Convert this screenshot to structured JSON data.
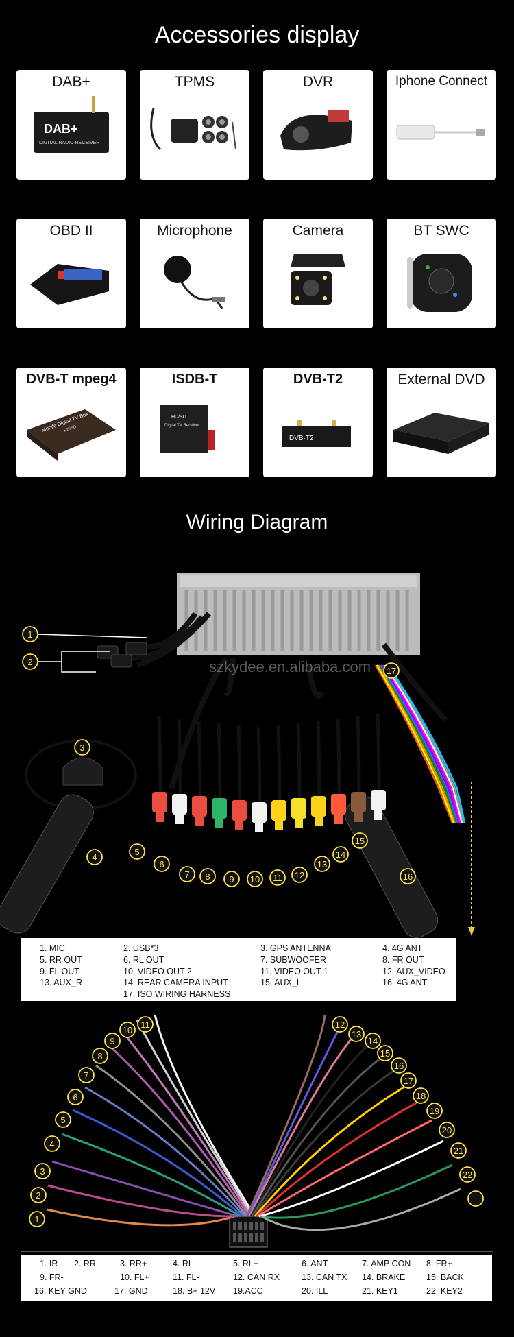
{
  "section1": {
    "title": "Accessories display"
  },
  "accessories": [
    {
      "label": "DAB+",
      "bold": false,
      "icon": "dab-receiver-icon",
      "printed": "DAB+",
      "printed_sub": "DIGITAL RADIO RECEIVER"
    },
    {
      "label": "TPMS",
      "bold": false,
      "icon": "tpms-sensors-icon"
    },
    {
      "label": "DVR",
      "bold": false,
      "icon": "dashcam-icon"
    },
    {
      "label": "Iphone Connect",
      "bold": false,
      "icon": "usb-dongle-icon"
    },
    {
      "label": "OBD II",
      "bold": false,
      "icon": "obd-adapter-icon"
    },
    {
      "label": "Microphone",
      "bold": false,
      "icon": "microphone-icon"
    },
    {
      "label": "Camera",
      "bold": false,
      "icon": "rear-camera-icon"
    },
    {
      "label": "BT SWC",
      "bold": false,
      "icon": "steering-remote-icon"
    },
    {
      "label": "DVB-T mpeg4",
      "bold": true,
      "icon": "dvbt-box-icon",
      "printed": "Mobile Digital TV Box",
      "printed_sub": "HD/SD"
    },
    {
      "label": "ISDB-T",
      "bold": true,
      "icon": "isdbt-box-icon",
      "printed": "HD/SD",
      "printed_sub": "Digital TV Receiver"
    },
    {
      "label": "DVB-T2",
      "bold": true,
      "icon": "dvbt2-box-icon",
      "printed": "DVB·T2"
    },
    {
      "label": "External DVD",
      "bold": false,
      "icon": "dvd-drive-icon"
    }
  ],
  "section2": {
    "title": "Wiring Diagram"
  },
  "watermark": "szkydee.en.alibaba.com",
  "numbers_top": [
    "1",
    "2",
    "3",
    "4",
    "5",
    "6",
    "7",
    "8",
    "9",
    "10",
    "11",
    "12",
    "13",
    "14",
    "15",
    "16",
    "17"
  ],
  "legend1": [
    [
      "1. MIC",
      "2. USB*3",
      "3. GPS ANTENNA",
      "4. 4G ANT"
    ],
    [
      "5. RR OUT",
      "6. RL OUT",
      "7. SUBWOOFER",
      "8. FR OUT"
    ],
    [
      "9. FL OUT",
      "10. VIDEO OUT 2",
      "11. VIDEO OUT 1",
      "12. AUX_VIDEO"
    ],
    [
      "13. AUX_R",
      "14. REAR CAMERA INPUT",
      "15. AUX_L",
      "16. 4G ANT"
    ],
    [
      "",
      "17. ISO WIRING HARNESS",
      "",
      ""
    ]
  ],
  "harness_numbers": [
    "1",
    "2",
    "3",
    "4",
    "5",
    "6",
    "7",
    "8",
    "9",
    "10",
    "11",
    "12",
    "13",
    "14",
    "15",
    "16",
    "17",
    "18",
    "19",
    "20",
    "21",
    "22"
  ],
  "harness_colors": [
    "#e08a4a",
    "#c04b8f",
    "#8a4fb0",
    "#2aa080",
    "#3b5bd0",
    "#6a7ac8",
    "#909090",
    "#b05ab0",
    "#c07ab8",
    "#d0d0d0",
    "#f5f5f5",
    "#9a6a5a",
    "#5a5ae0",
    "#e07a90",
    "#222222",
    "#555555",
    "#3a3a3a",
    "#ffd000",
    "#e03030",
    "#ff6a6a",
    "#ffffff",
    "#2a9a60"
  ],
  "legend2": [
    [
      "1. IR",
      "2. RR-",
      "3. RR+",
      "4. RL-",
      "5. RL+",
      "6. ANT",
      "7. AMP CON",
      "8. FR+"
    ],
    [
      "9. FR-",
      "10. FL+",
      "11. FL-",
      "12. CAN RX",
      "13. CAN TX",
      "14. BRAKE",
      "15. BACK"
    ],
    [
      "16. KEY GND",
      "17. GND",
      "18. B+ 12V",
      "19.ACC",
      "20. ILL",
      "21. KEY1",
      "22. KEY2"
    ]
  ]
}
